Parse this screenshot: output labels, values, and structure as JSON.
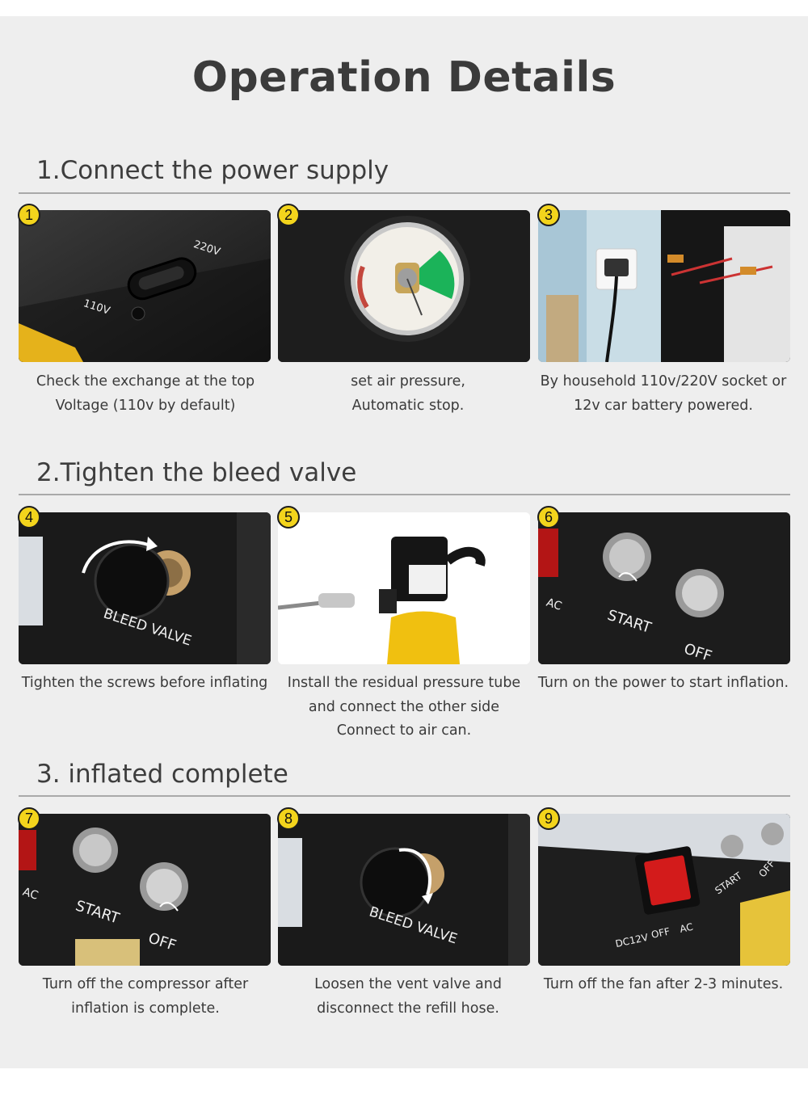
{
  "title": "Operation Details",
  "sections": [
    {
      "title": "1.Connect the power supply",
      "steps": [
        {
          "number": "1",
          "caption": [
            "Check the exchange at the top",
            "Voltage (110v by default)"
          ],
          "image_labels": [
            "220V",
            "110V"
          ]
        },
        {
          "number": "2",
          "caption": [
            "set air pressure,",
            "Automatic stop."
          ],
          "image_labels": []
        },
        {
          "number": "3",
          "caption": [
            "By household 110v/220V socket or",
            "12v car battery powered."
          ],
          "image_labels": []
        }
      ]
    },
    {
      "title": "2.Tighten the bleed valve",
      "steps": [
        {
          "number": "4",
          "caption": [
            "Tighten the screws before inflating"
          ],
          "image_labels": [
            "BLEED VALVE"
          ]
        },
        {
          "number": "5",
          "caption": [
            "Install the residual pressure tube",
            "and connect the other side",
            "Connect to air can."
          ],
          "image_labels": []
        },
        {
          "number": "6",
          "caption": [
            "Turn on the power to start inflation."
          ],
          "image_labels": [
            "START",
            "OFF",
            "AC"
          ]
        }
      ]
    },
    {
      "title": "3. inflated complete",
      "steps": [
        {
          "number": "7",
          "caption": [
            "Turn off the compressor after",
            "inflation is complete."
          ],
          "image_labels": [
            "START",
            "OFF",
            "AC"
          ]
        },
        {
          "number": "8",
          "caption": [
            "Loosen the vent valve and",
            "disconnect the refill hose."
          ],
          "image_labels": [
            "BLEED VALVE"
          ]
        },
        {
          "number": "9",
          "caption": [
            "Turn off the fan after 2-3 minutes."
          ],
          "image_labels": [
            "DC12V",
            "OFF",
            "AC",
            "START",
            "OFF"
          ]
        }
      ]
    }
  ]
}
